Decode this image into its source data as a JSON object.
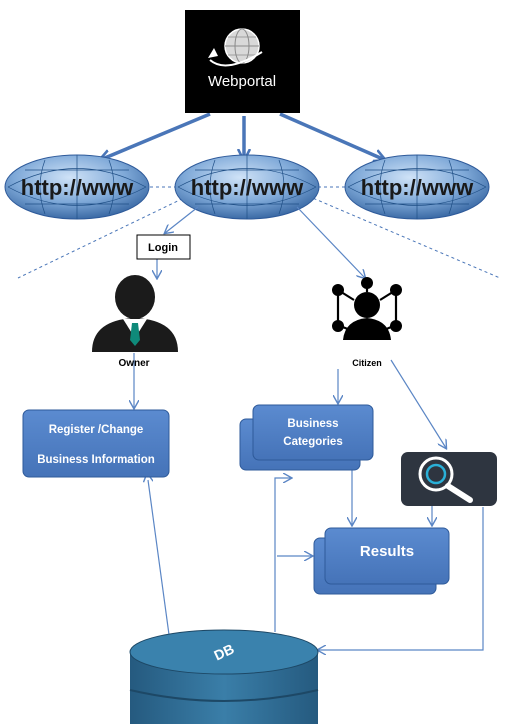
{
  "webportal": {
    "label": "Webportal"
  },
  "globes": [
    {
      "text": "http://www"
    },
    {
      "text": "http://www"
    },
    {
      "text": "http://www"
    }
  ],
  "login": {
    "label": "Login"
  },
  "owner": {
    "label": "Owner"
  },
  "citizen": {
    "label": "Citizen"
  },
  "register_box": {
    "line1": "Register /Change",
    "line2": "Business Information"
  },
  "categories_box": {
    "line1": "Business",
    "line2": "Categories"
  },
  "results_box": {
    "label": "Results"
  },
  "database": {
    "label": "DB"
  },
  "colors": {
    "box_fill": "#4f7fc6",
    "box_stroke": "#2e5a9a",
    "arrow": "#5b86c5",
    "heavy_arrow": "#4a76b8",
    "db_fill": "#2f6f96",
    "portal_bg": "#000000"
  }
}
